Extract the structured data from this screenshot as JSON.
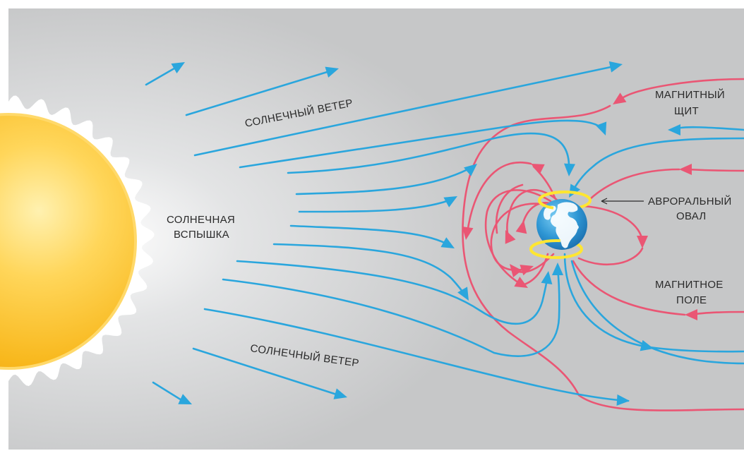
{
  "colors": {
    "background": "#c9cacb",
    "solar_wind_lines": "#2aa6dd",
    "magnetic_field_lines": "#ea5674",
    "auroral_oval": "#ffe632",
    "sun_core": "#f7b51e",
    "sun_corona": "#ffffff",
    "label_text": "#2a2a2a"
  },
  "labels": {
    "solar_wind_top": "СОЛНЕЧНЫЙ ВЕТЕР",
    "solar_wind_bottom": "СОЛНЕЧНЫЙ ВЕТЕР",
    "solar_flare_line1": "СОЛНЕЧНАЯ",
    "solar_flare_line2": "ВСПЫШКА",
    "magnetic_shield_line1": "МАГНИТНЫЙ",
    "magnetic_shield_line2": "ЩИТ",
    "auroral_oval_line1": "АВРОРАЛЬНЫЙ",
    "auroral_oval_line2": "ОВАЛ",
    "magnetic_field_line1": "МАГНИТНОЕ",
    "magnetic_field_line2": "ПОЛЕ"
  },
  "icons": {
    "sun": "sun-icon",
    "earth": "earth-icon",
    "pointer": "pointer-arrow-icon"
  }
}
